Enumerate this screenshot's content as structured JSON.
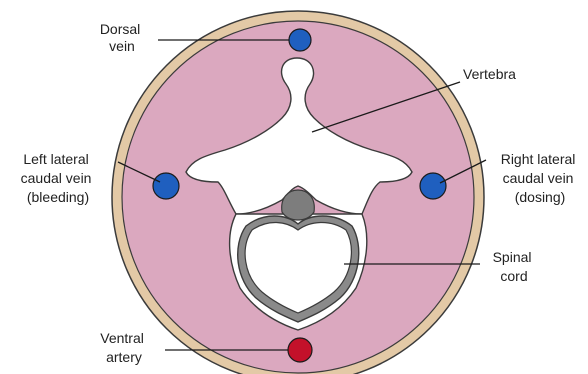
{
  "colors": {
    "rim": "#e3c9a6",
    "rim_stroke": "#3b3b3b",
    "tissue": "#dba8bf",
    "bone": "#ffffff",
    "bone_stroke": "#3b3b3b",
    "cord_ring": "#8a8a8a",
    "notochord": "#7d7d7d",
    "vein": "#1f5fbf",
    "artery": "#c3112a",
    "vessel_stroke": "#1b1b1b"
  },
  "labels": {
    "dorsal_vein": [
      "Dorsal",
      "vein"
    ],
    "vertebra": [
      "Vertebra"
    ],
    "left_vein": [
      "Left lateral",
      "caudal vein",
      "(bleeding)"
    ],
    "right_vein": [
      "Right lateral",
      "caudal vein",
      "(dosing)"
    ],
    "spinal_cord": [
      "Spinal",
      "cord"
    ],
    "ventral_artery": [
      "Ventral",
      "artery"
    ]
  },
  "vessels": [
    {
      "id": "dorsal-vein",
      "type": "vein"
    },
    {
      "id": "left-lateral-caudal-vein",
      "type": "vein"
    },
    {
      "id": "right-lateral-caudal-vein",
      "type": "vein"
    },
    {
      "id": "ventral-artery",
      "type": "artery"
    }
  ]
}
